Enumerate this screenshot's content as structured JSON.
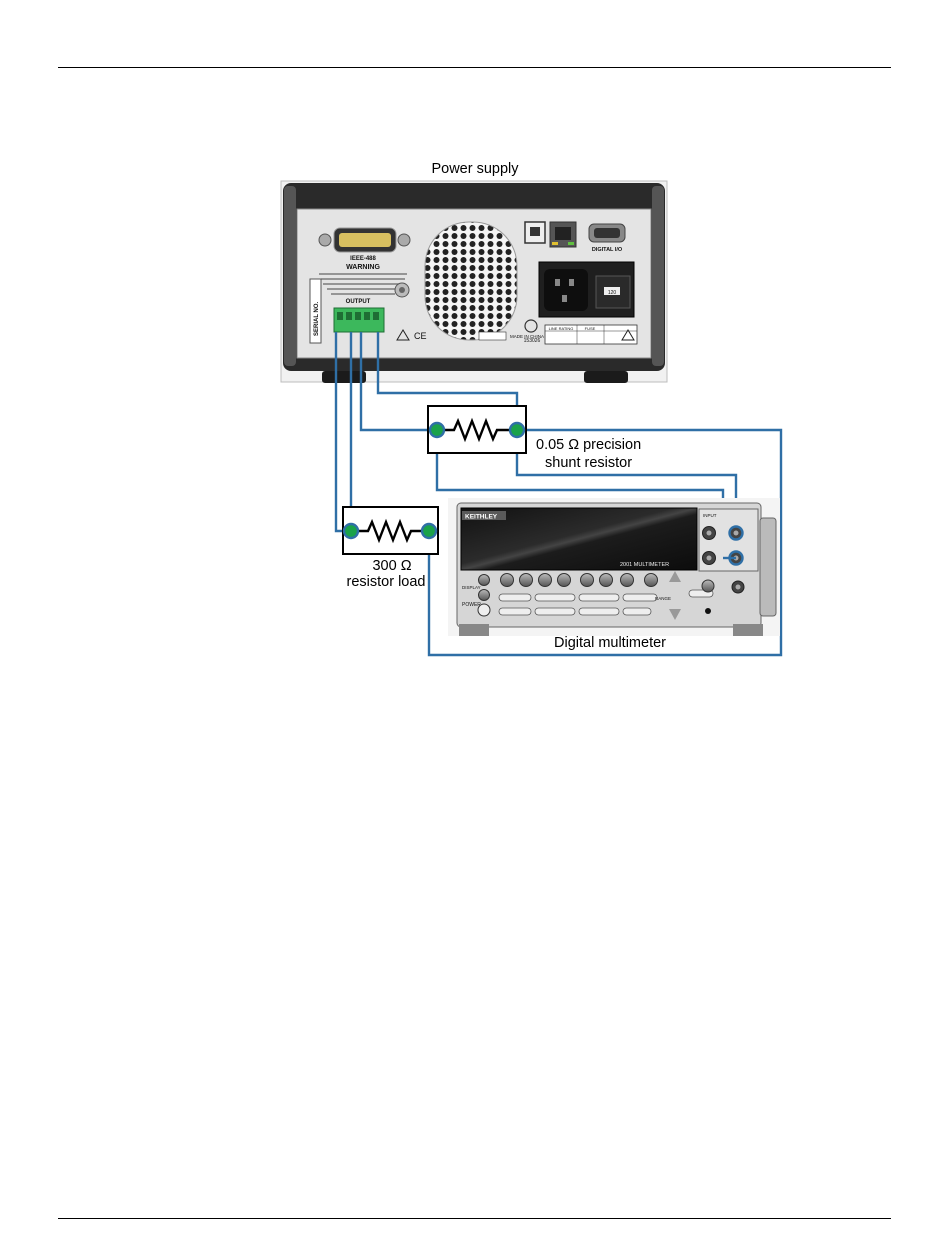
{
  "labels": {
    "power_supply": "Power supply",
    "shunt_line1": "0.05 Ω precision",
    "shunt_line2": "shunt resistor",
    "load_line1": "300 Ω",
    "load_line2": "resistor load",
    "multimeter": "Digital multimeter"
  },
  "power_supply_panel": {
    "ieee": "IEEE-488",
    "warning": "WARNING",
    "serial": "SERIAL NO.",
    "output": "OUTPUT",
    "digital_io": "DIGITAL I/O",
    "made_in": "MADE IN CHINA",
    "cert": "153026",
    "line_rating": "LINE RATING",
    "fuse": "FUSE",
    "fuse_value": "120"
  },
  "multimeter_panel": {
    "brand": "KEITHLEY",
    "model": "2001 MULTIMETER",
    "input": "INPUT",
    "power": "POWER",
    "display": "DISPLAY",
    "range": "RANGE"
  },
  "colors": {
    "wire": "#2f6fa6",
    "terminal_green": "#1aa24a",
    "terminal_block": "#3cb85c",
    "chassis": "#2a2a2a"
  }
}
